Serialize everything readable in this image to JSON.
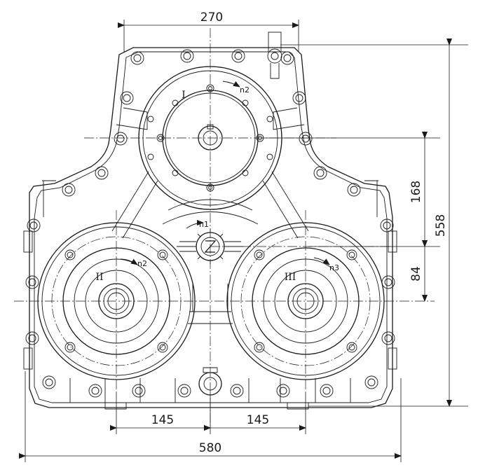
{
  "dimensions": {
    "top_width": "270",
    "total_height": "558",
    "upper_center_distance": "168",
    "lower_center_offset": "84",
    "left_center_distance": "145",
    "right_center_distance": "145",
    "total_width": "580"
  },
  "shafts": {
    "input": "I",
    "left_output": "II",
    "right_output": "III"
  },
  "rotations": {
    "input": "n2",
    "idler": "n1",
    "left_output": "n2",
    "right_output": "n3"
  },
  "logo": "gear-logo"
}
